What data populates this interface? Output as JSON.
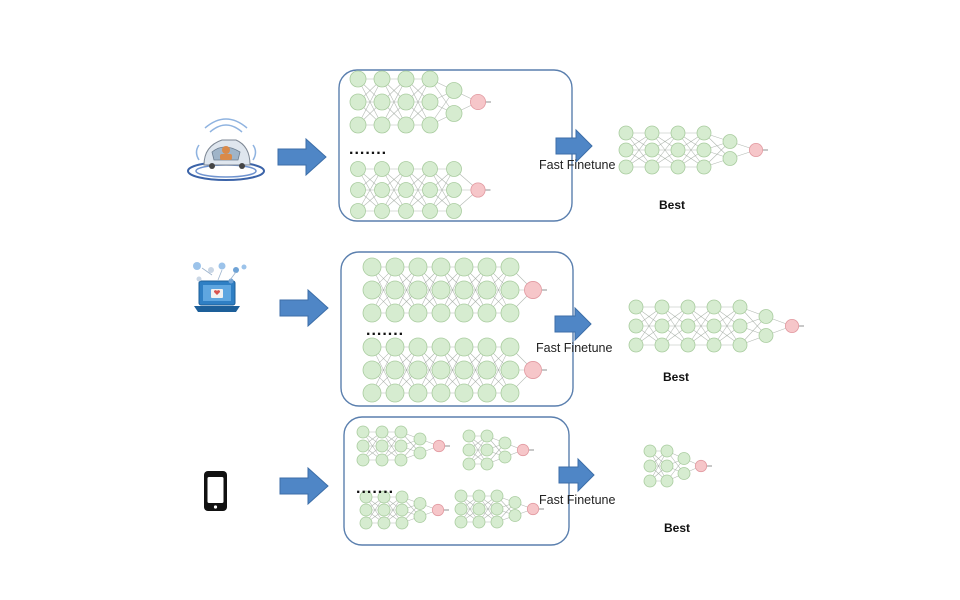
{
  "rows": [
    {
      "device": "autonomous-car",
      "finetune_label": "Fast Finetune",
      "best_label": "Best",
      "ellipsis": "......."
    },
    {
      "device": "laptop-with-cloud-services",
      "finetune_label": "Fast Finetune",
      "best_label": "Best",
      "ellipsis": "......."
    },
    {
      "device": "smartphone",
      "finetune_label": "Fast Finetune",
      "best_label": "Best",
      "ellipsis": "......."
    }
  ],
  "colors": {
    "node_fill": "#d6ecd0",
    "output_node_fill": "#f6c6c9",
    "arrow": "#4f86c6",
    "box_border": "#5a7fae"
  }
}
